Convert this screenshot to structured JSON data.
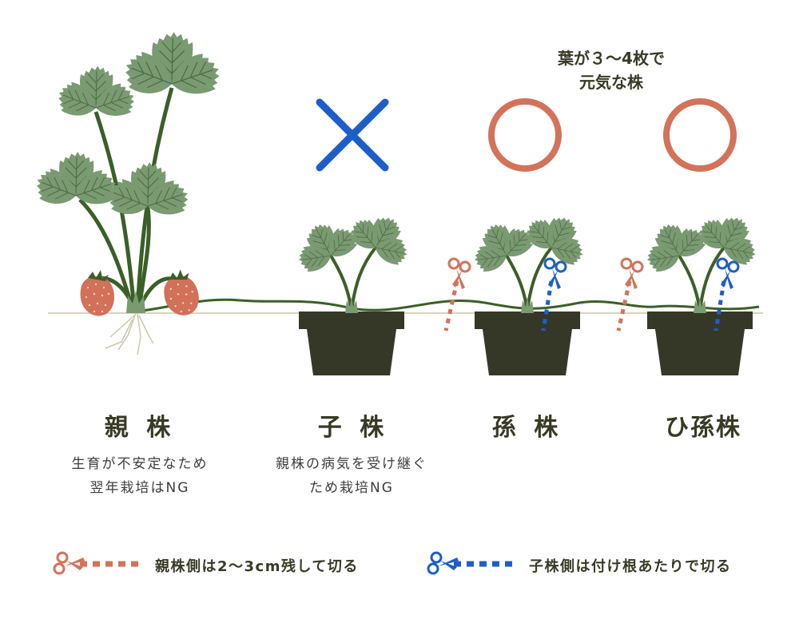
{
  "colors": {
    "leaf": "#7a9a72",
    "leaf_vein": "#4d6b47",
    "stem": "#3a5f28",
    "pot": "#363827",
    "strawberry": "#d2705a",
    "seed": "#f0d8a8",
    "root": "#cfc7a8",
    "ground": "#d9d3bf",
    "ng_mark": "#1e5ec8",
    "ok_mark": "#d2735a",
    "text": "#383a26",
    "parent_cut": "#d2735a",
    "child_cut": "#1e5ec8"
  },
  "annotation": {
    "line1": "葉が３〜4枚で",
    "line2": "元気な株"
  },
  "marks": [
    {
      "plant": "子株",
      "symbol": "✕",
      "meaning": "NG"
    },
    {
      "plant": "孫株",
      "symbol": "○",
      "meaning": "OK"
    },
    {
      "plant": "ひ孫株",
      "symbol": "○",
      "meaning": "OK"
    }
  ],
  "plants": [
    {
      "title": "親 株",
      "desc_line1": "生育が不安定なため",
      "desc_line2": "翌年栽培はNG"
    },
    {
      "title": "子 株",
      "desc_line1": "親株の病気を受け継ぐ",
      "desc_line2": "ため栽培NG"
    },
    {
      "title": "孫 株",
      "desc_line1": "",
      "desc_line2": ""
    },
    {
      "title": "ひ孫株",
      "desc_line1": "",
      "desc_line2": ""
    }
  ],
  "legend": [
    {
      "icon": "scissors-icon",
      "color": "#d2735a",
      "text": "親株側は2〜3cm残して切る"
    },
    {
      "icon": "scissors-icon",
      "color": "#1e5ec8",
      "text": "子株側は付け根あたりで切る"
    }
  ]
}
